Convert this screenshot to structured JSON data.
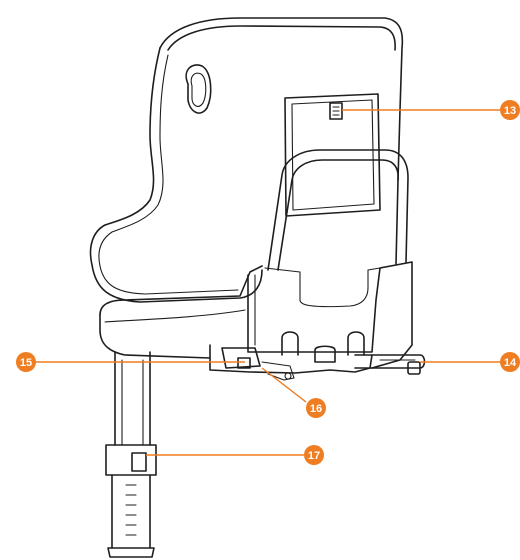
{
  "callouts": [
    {
      "id": "c13",
      "number": "13"
    },
    {
      "id": "c14",
      "number": "14"
    },
    {
      "id": "c15",
      "number": "15"
    },
    {
      "id": "c16",
      "number": "16"
    },
    {
      "id": "c17",
      "number": "17"
    }
  ],
  "accent_color": "#ef7d22",
  "line_color": "#1e1e1e"
}
